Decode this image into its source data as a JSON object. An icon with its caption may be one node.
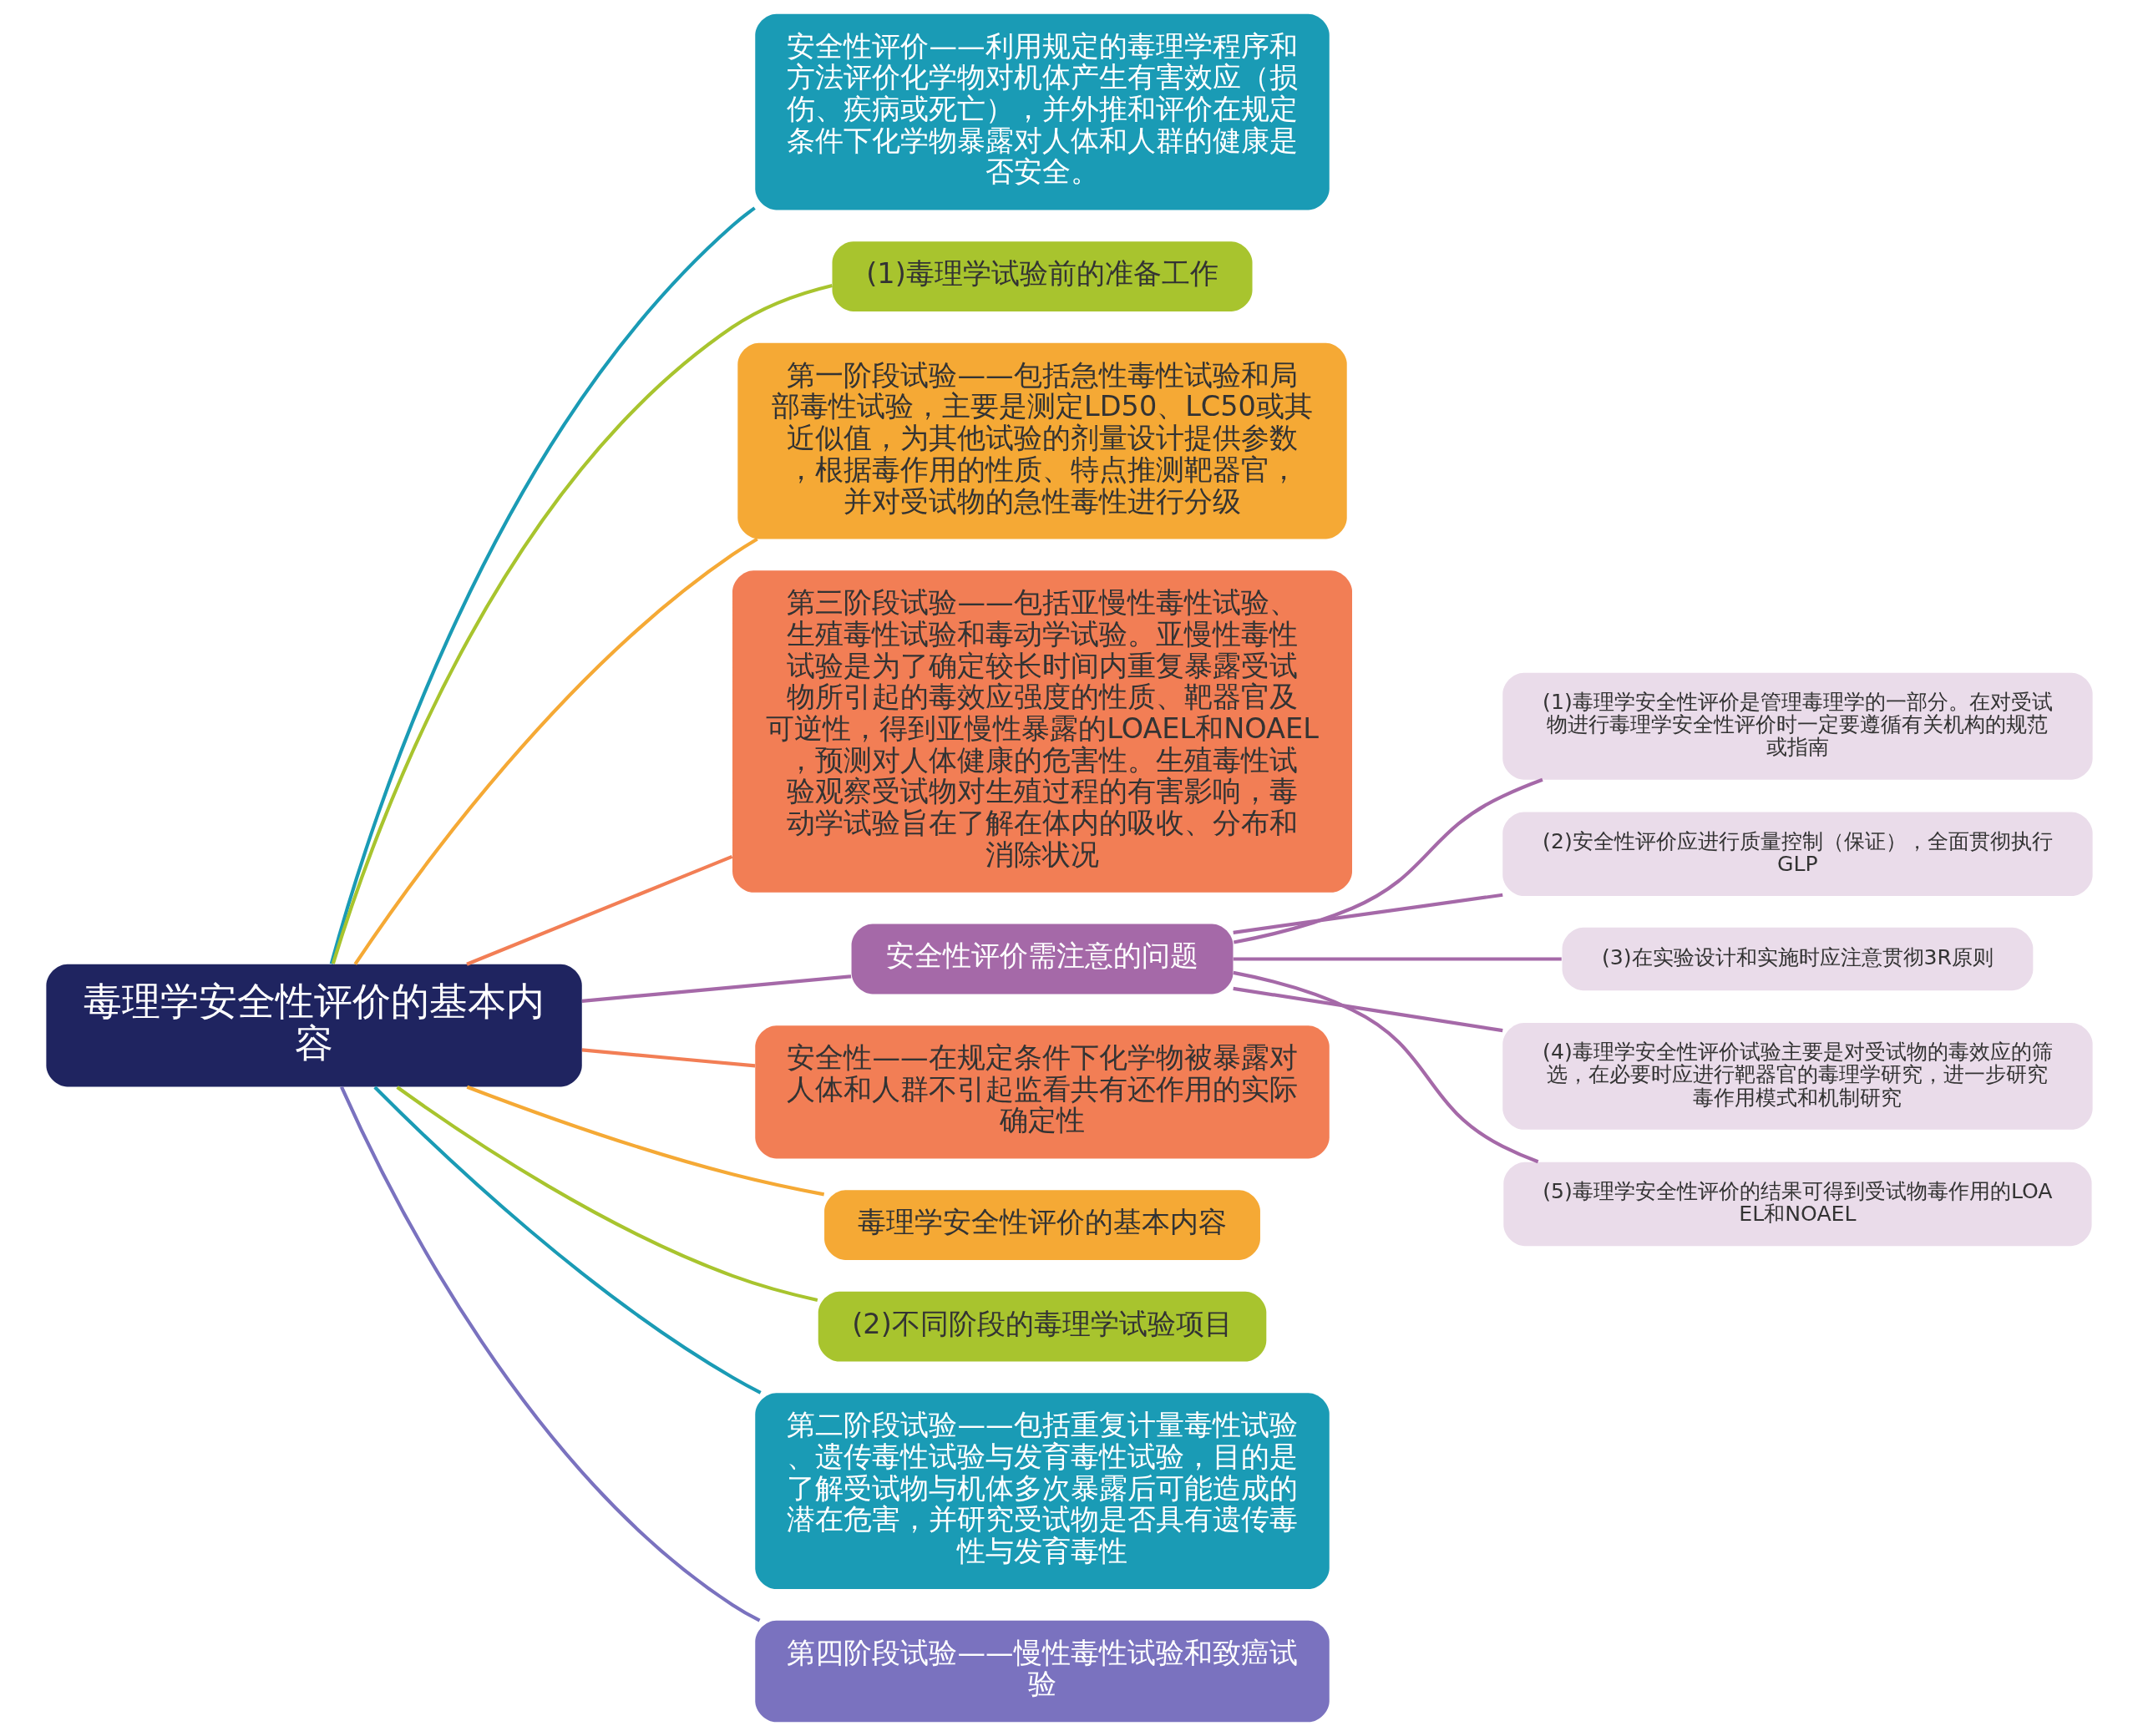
{
  "diagram": {
    "nodes": [
      {
        "text": [
          "毒理学安全性评价的基本内容"
        ]
      },
      {
        "text": [
          "安全性评价——利用规定的毒理学程序和方法评价化学物对机体产生有害效应（损伤、疾病或死亡），并外推和评价在规定条件下化学物暴露对人体和人群的健康是否安全。"
        ]
      },
      {
        "text": [
          "(1)毒理学试验前的准备工作"
        ]
      },
      {
        "text": [
          "第一阶段试验——包括急性毒性试验和局部毒性试验，主要是测定LD50、LC50或其近似值，为其他试验的剂量设计提供参数，根据毒作用的性质、特点推测靶器官，并对受试物的急性毒性进行分级"
        ]
      },
      {
        "text": [
          "第三阶段试验——包括亚慢性毒性试验、生殖毒性试验和毒动学试验。亚慢性毒性试验是为了确定较长时间内重复暴露受试物所引起的毒效应强度的性质、靶器官及可逆性，得到亚慢性暴露的LOAEL和NOAEL，预测对人体健康的危害性。生殖毒性试验观察受试物对生殖过程的有害影响，毒动学试验旨在了解在体内的吸收、分布和消除状况"
        ]
      },
      {
        "text": [
          "安全性评价需注意的问题"
        ]
      },
      {
        "text": [
          "(1)毒理学安全性评价是管理毒理学的一部分。在对受试物进行毒理学安全性评价时一定要遵循有关机构的规范或指南"
        ]
      },
      {
        "text": [
          "(2)安全性评价应进行质量控制（保证），全面贯彻执行GLP"
        ]
      },
      {
        "text": [
          "(3)在实验设计和实施时应注意贯彻3R原则"
        ]
      },
      {
        "text": [
          "(4)毒理学安全性评价试验主要是对受试物的毒效应的筛选，在必要时应进行靶器官的毒理学研究，进一步研究毒作用模式和机制研究"
        ]
      },
      {
        "text": [
          "(5)毒理学安全性评价的结果可得到受试物毒作用的LOAEL和NOAEL"
        ]
      },
      {
        "text": [
          "安全性——在规定条件下化学物被暴露对人体和人群不引起监看共有还作用的实际确定性"
        ]
      },
      {
        "text": [
          "毒理学安全性评价的基本内容"
        ]
      },
      {
        "text": [
          "(2)不同阶段的毒理学试验项目"
        ]
      },
      {
        "text": [
          "第二阶段试验——包括重复计量毒性试验、遗传毒性试验与发育毒性试验，目的是了解受试物与机体多次暴露后可能造成的潜在危害，并研究受试物是否具有遗传毒性与发育毒性"
        ]
      },
      {
        "text": [
          "第四阶段试验——慢性毒性试验和致癌试验"
        ]
      }
    ],
    "edges": [
      {
        "from": 0,
        "to": 1,
        "arrow": "none",
        "color": "#1a9bb5"
      },
      {
        "from": 0,
        "to": 2,
        "arrow": "none",
        "color": "#a8c42e"
      },
      {
        "from": 0,
        "to": 3,
        "arrow": "none",
        "color": "#f5a935"
      },
      {
        "from": 0,
        "to": 4,
        "arrow": "none",
        "color": "#f27e55"
      },
      {
        "from": 0,
        "to": 5,
        "arrow": "none"
      },
      {
        "from": 5,
        "to": 6,
        "arrow": "none"
      },
      {
        "from": 5,
        "to": 7,
        "arrow": "none"
      },
      {
        "from": 5,
        "to": 8,
        "arrow": "none"
      },
      {
        "from": 5,
        "to": 9,
        "arrow": "none"
      },
      {
        "from": 5,
        "to": 10,
        "arrow": "none"
      },
      {
        "from": 0,
        "to": 11,
        "arrow": "none",
        "color": "#f27e55"
      },
      {
        "from": 0,
        "to": 12,
        "arrow": "none",
        "color": "#f5a935"
      },
      {
        "from": 0,
        "to": 13,
        "arrow": "none",
        "color": "#a8c42e"
      },
      {
        "from": 0,
        "to": 14,
        "arrow": "none",
        "color": "#1a9bb5"
      },
      {
        "from": 0,
        "to": 15,
        "arrow": "none",
        "color": "#7a72bf"
      }
    ]
  }
}
